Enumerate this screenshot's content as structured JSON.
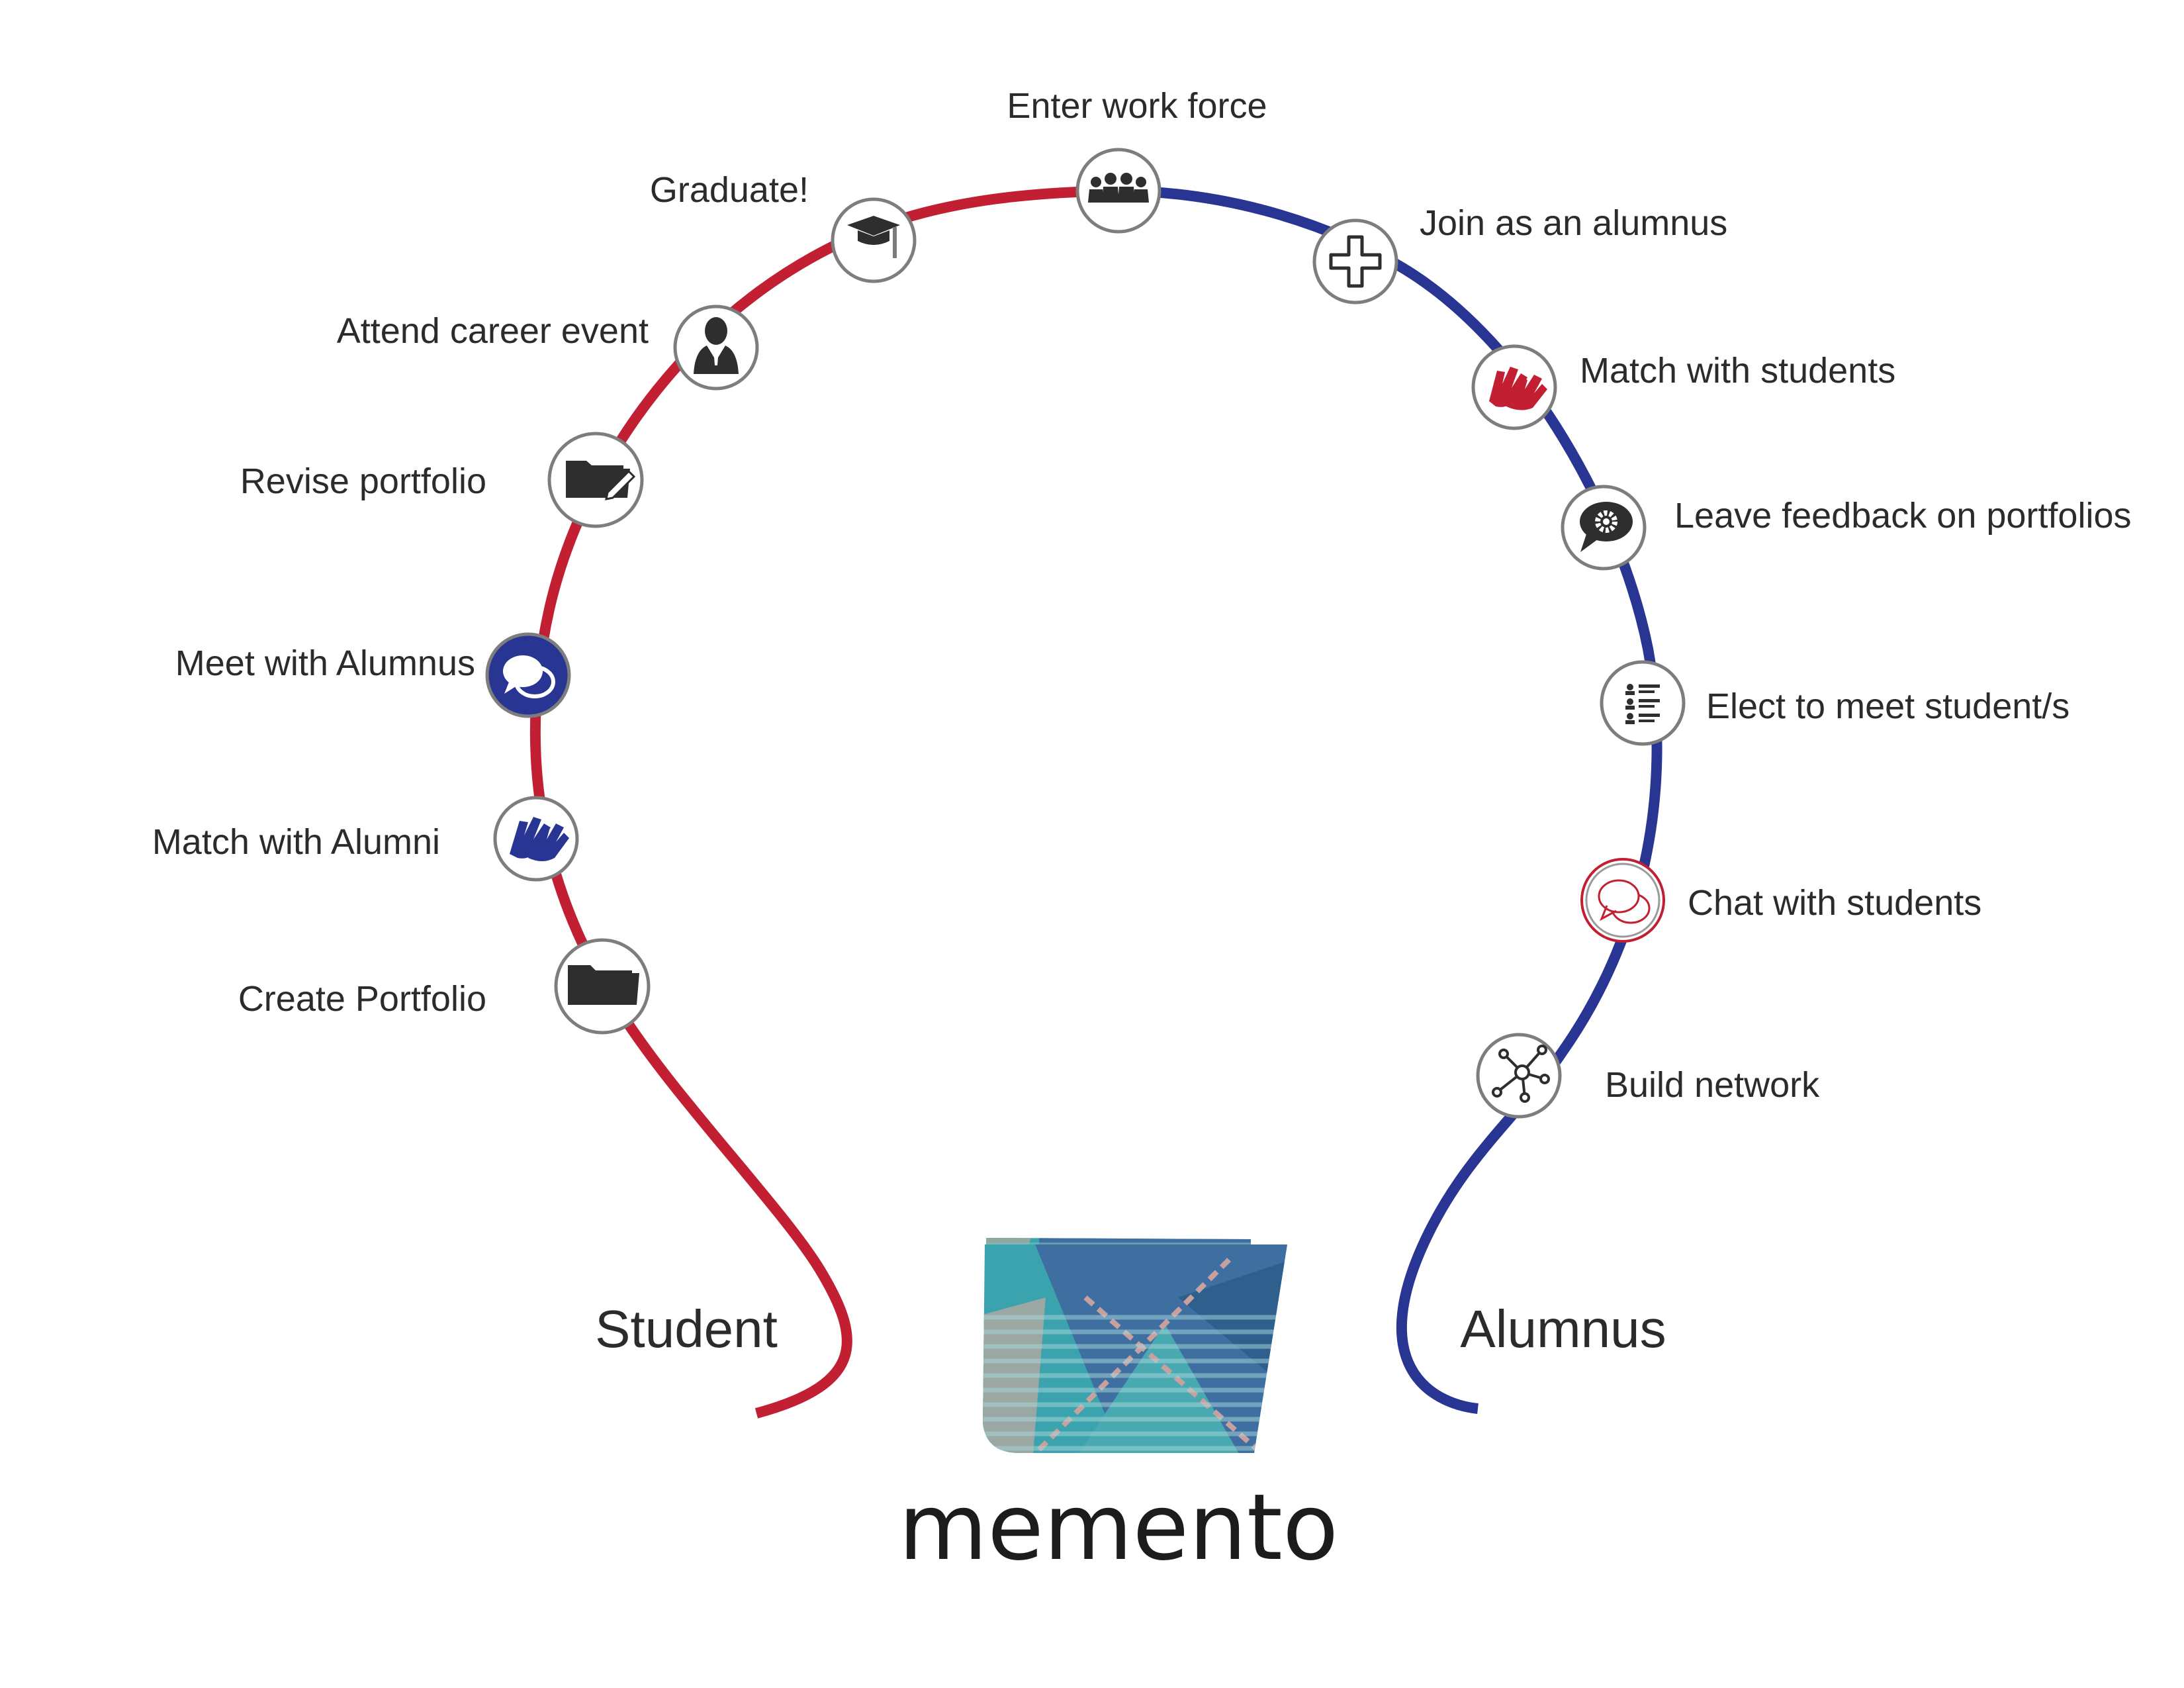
{
  "brand": {
    "name": "memento"
  },
  "colors": {
    "student_path": "#c21f32",
    "alumnus_path": "#283593",
    "icon_dark": "#2e2e2e",
    "logo_teal": "#3aa3ad",
    "logo_blue": "#3f6fa0"
  },
  "student": {
    "label": "Student",
    "steps": [
      {
        "label": "Create Portfolio",
        "icon": "folder-icon"
      },
      {
        "label": "Match with Alumni",
        "icon": "high-five-icon"
      },
      {
        "label": "Meet with Alumnus",
        "icon": "chat-bubbles-icon"
      },
      {
        "label": "Revise portfolio",
        "icon": "folder-edit-icon"
      },
      {
        "label": "Attend career event",
        "icon": "businessman-icon"
      },
      {
        "label": "Graduate!",
        "icon": "graduation-cap-icon"
      }
    ]
  },
  "transition": {
    "label": "Enter work force",
    "icon": "group-icon"
  },
  "alumnus": {
    "label": "Alumnus",
    "steps": [
      {
        "label": "Join as an alumnus",
        "icon": "plus-icon"
      },
      {
        "label": "Match with students",
        "icon": "high-five-icon"
      },
      {
        "label": "Leave feedback on portfolios",
        "icon": "feedback-gear-icon"
      },
      {
        "label": "Elect to meet student/s",
        "icon": "list-profiles-icon"
      },
      {
        "label": "Chat with students",
        "icon": "chat-bubbles-icon"
      },
      {
        "label": "Build network",
        "icon": "network-icon"
      }
    ]
  }
}
